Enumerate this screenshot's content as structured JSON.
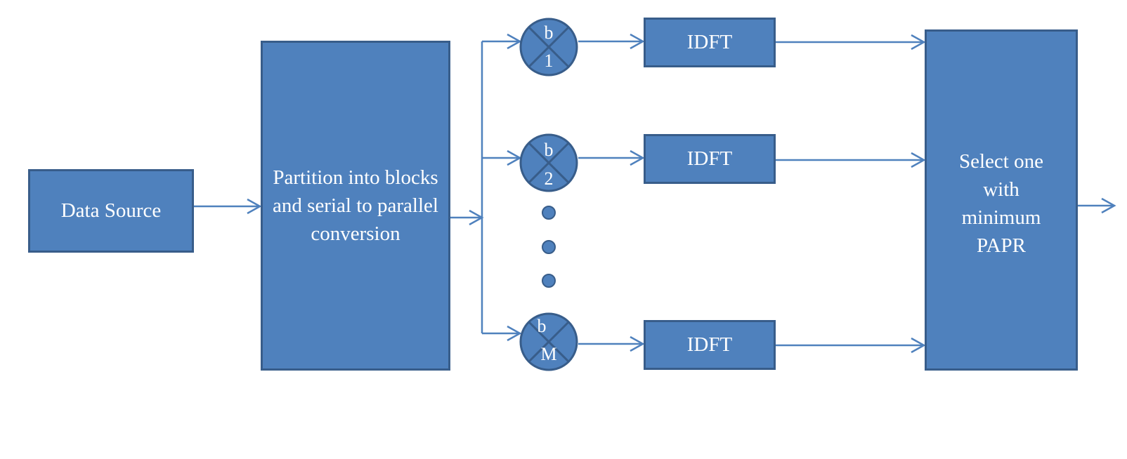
{
  "blocks": {
    "source": "Data Source",
    "partition": "Partition into blocks and serial to parallel conversion",
    "idft_1": "IDFT",
    "idft_2": "IDFT",
    "idft_m": "IDFT",
    "select": "Select one with minimum PAPR"
  },
  "multipliers": {
    "b1": {
      "top": "b",
      "bottom": "1"
    },
    "b2": {
      "top": "b",
      "bottom": "2"
    },
    "bM": {
      "top": "b",
      "bottom": "M"
    }
  },
  "colors": {
    "fill": "#4f81bd",
    "stroke": "#385d8a",
    "arrow": "#4f81bd"
  }
}
